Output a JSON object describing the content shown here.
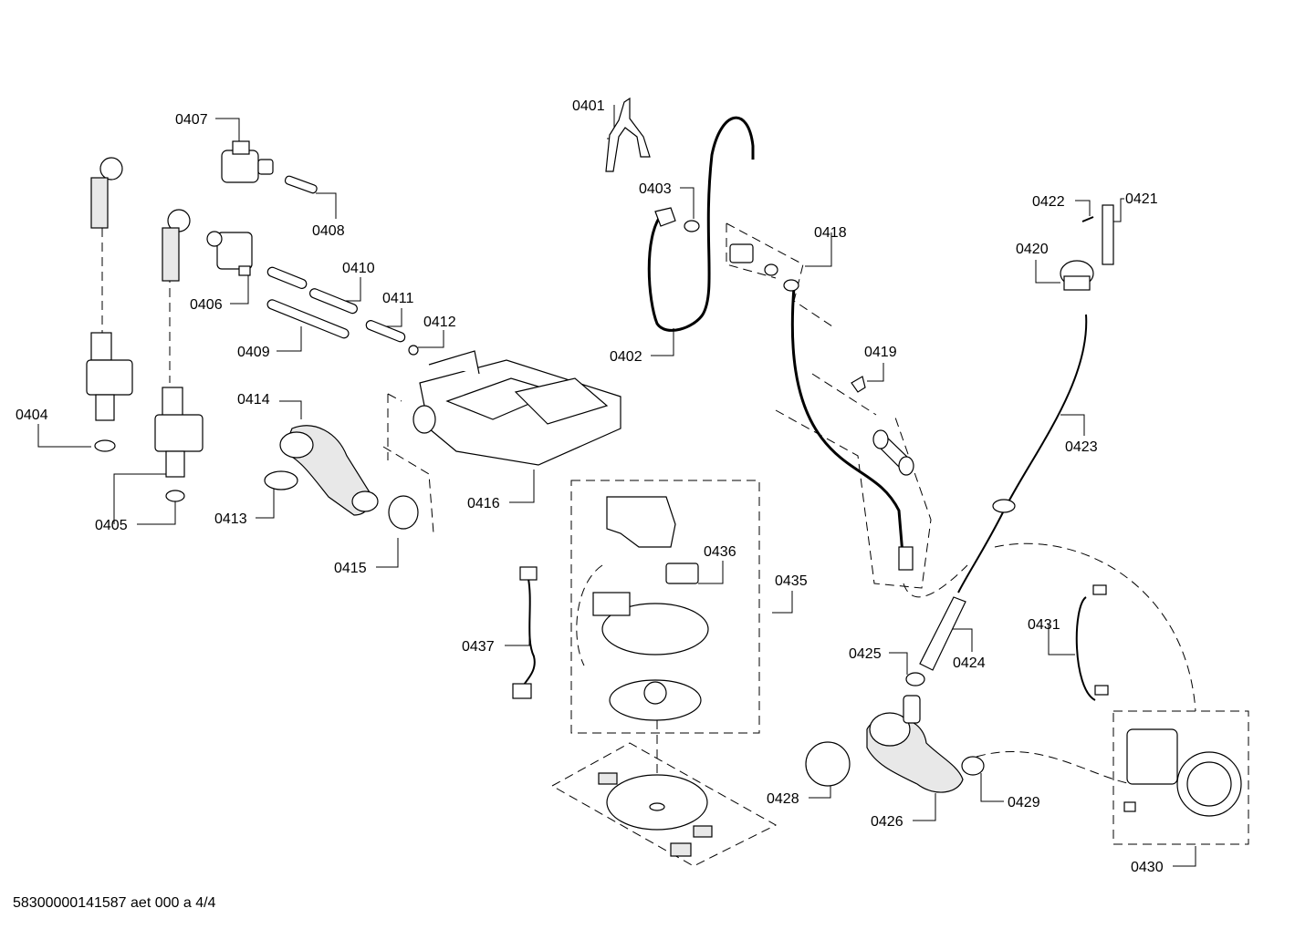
{
  "labels": {
    "p0401": "0401",
    "p0402": "0402",
    "p0403": "0403",
    "p0404": "0404",
    "p0405": "0405",
    "p0406": "0406",
    "p0407": "0407",
    "p0408": "0408",
    "p0409": "0409",
    "p0410": "0410",
    "p0411": "0411",
    "p0412": "0412",
    "p0413": "0413",
    "p0414": "0414",
    "p0415": "0415",
    "p0416": "0416",
    "p0418": "0418",
    "p0419": "0419",
    "p0420": "0420",
    "p0421": "0421",
    "p0422": "0422",
    "p0423": "0423",
    "p0424": "0424",
    "p0425": "0425",
    "p0426": "0426",
    "p0428": "0428",
    "p0429": "0429",
    "p0430": "0430",
    "p0431": "0431",
    "p0435": "0435",
    "p0436": "0436",
    "p0437": "0437"
  },
  "footer": "58300000141587 aet 000 a 4/4"
}
